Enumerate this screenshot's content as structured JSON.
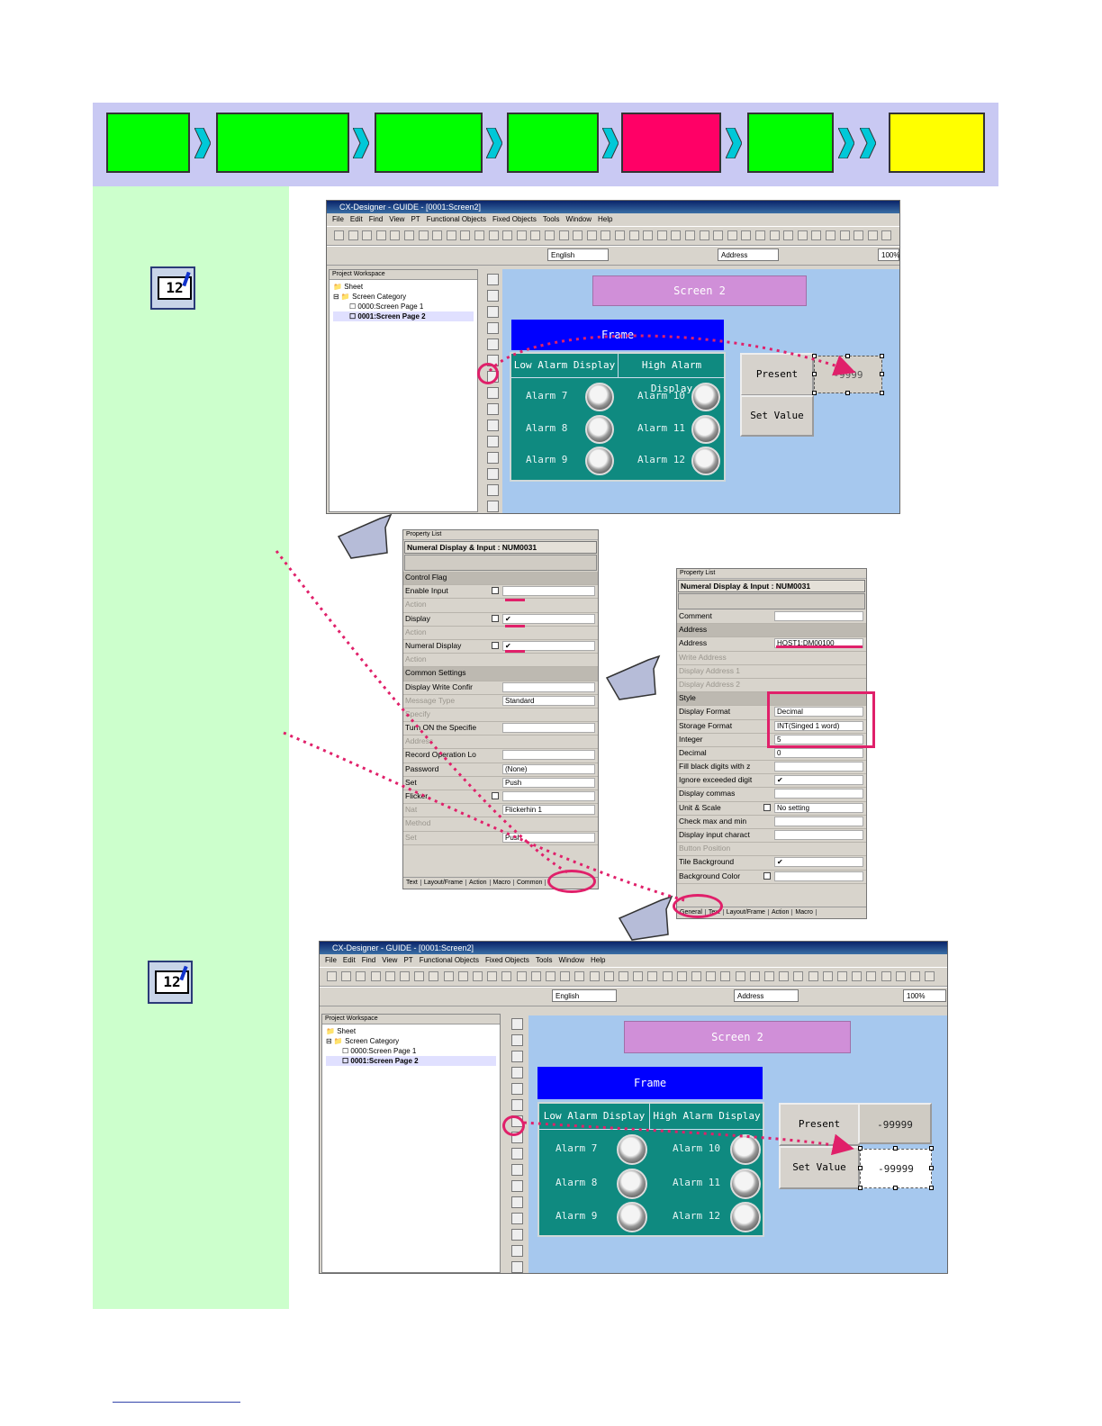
{
  "flow_steps": [
    {
      "color": "#00ff00"
    },
    {
      "color": "#00ff00"
    },
    {
      "color": "#00ff00"
    },
    {
      "color": "#00ff00"
    },
    {
      "color": "#ff0066"
    },
    {
      "color": "#00ff00"
    },
    {
      "color": "#ffff00"
    }
  ],
  "sidebar": {
    "icon_name": "numeral-display-icon",
    "icon_text": "12"
  },
  "designer_top": {
    "title": "CX-Designer - GUIDE - [0001:Screen2]",
    "menu": [
      "File",
      "Edit",
      "Find",
      "View",
      "PT",
      "Functional Objects",
      "Fixed Objects",
      "Tools",
      "Window",
      "Help"
    ],
    "language": "English",
    "address_mode": "Address",
    "zoom": "100%",
    "workspace_title": "Project Workspace",
    "tree": [
      "Sheet",
      "Screen Category",
      "0000:Screen Page 1",
      "0001:Screen Page 2"
    ],
    "screen_title": "Screen 2",
    "frame_label": "Frame",
    "tab_low": "Low Alarm Display",
    "tab_high": "High Alarm Display",
    "alarms_left": [
      "Alarm 7",
      "Alarm 8",
      "Alarm 9"
    ],
    "alarms_right": [
      "Alarm 10",
      "Alarm 11",
      "Alarm 12"
    ],
    "present_value": "Present Value",
    "set_value": "Set Value",
    "pv_number": "-9999"
  },
  "designer_bottom": {
    "title": "CX-Designer - GUIDE - [0001:Screen2]",
    "menu": [
      "File",
      "Edit",
      "Find",
      "View",
      "PT",
      "Functional Objects",
      "Fixed Objects",
      "Tools",
      "Window",
      "Help"
    ],
    "language": "English",
    "address_mode": "Address",
    "zoom": "100%",
    "workspace_title": "Project Workspace",
    "tree": [
      "Sheet",
      "Screen Category",
      "0000:Screen Page 1",
      "0001:Screen Page 2"
    ],
    "screen_title": "Screen 2",
    "frame_label": "Frame",
    "tab_low": "Low Alarm Display",
    "tab_high": "High Alarm Display",
    "alarms_left": [
      "Alarm 7",
      "Alarm 8",
      "Alarm 9"
    ],
    "alarms_right": [
      "Alarm 10",
      "Alarm 11",
      "Alarm 12"
    ],
    "present_value": "Present Value",
    "set_value": "Set Value",
    "pv_number": "-99999",
    "sv_number": "-99999"
  },
  "prop_common": {
    "header": "Property List",
    "title": "Numeral Display & Input : NUM0031",
    "rows": [
      {
        "k": "Control Flag",
        "type": "sec"
      },
      {
        "k": "Enable Input",
        "v": "",
        "cb": true
      },
      {
        "k": "Action",
        "type": "dim"
      },
      {
        "k": "Display",
        "v": "✔",
        "cb": true
      },
      {
        "k": "Action",
        "type": "dim"
      },
      {
        "k": "Numeral Display",
        "v": "✔",
        "cb": true
      },
      {
        "k": "Action",
        "type": "dim"
      },
      {
        "k": "Common Settings",
        "type": "sec"
      },
      {
        "k": "Display Write Confir",
        "v": ""
      },
      {
        "k": "Message Type",
        "v": "Standard",
        "type": "dim"
      },
      {
        "k": "Specify",
        "type": "dim"
      },
      {
        "k": "Turn ON the Specifie",
        "v": ""
      },
      {
        "k": "Address",
        "type": "dim"
      },
      {
        "k": "Record Operation Lo",
        "v": ""
      },
      {
        "k": "Password",
        "v": "(None)"
      },
      {
        "k": "Set",
        "v": "Push"
      },
      {
        "k": "Flicker",
        "v": "",
        "cb": true
      },
      {
        "k": "Nat",
        "v": "Flickerhin 1",
        "type": "dim"
      },
      {
        "k": "Method",
        "type": "dim"
      },
      {
        "k": "Set",
        "v": "Push",
        "type": "dim"
      }
    ],
    "tabs": [
      "Text",
      "Layout/Frame",
      "Action",
      "Macro",
      "Common"
    ]
  },
  "prop_general": {
    "header": "Property List",
    "title": "Numeral Display & Input : NUM0031",
    "rows": [
      {
        "k": "Comment",
        "v": ""
      },
      {
        "k": "Address",
        "type": "sec"
      },
      {
        "k": "Address",
        "v": "HOST1:DM00100"
      },
      {
        "k": "Write Address",
        "type": "dim"
      },
      {
        "k": "Display Address 1",
        "type": "dim"
      },
      {
        "k": "Display Address 2",
        "type": "dim"
      },
      {
        "k": "Style",
        "type": "sec"
      },
      {
        "k": "Display Format",
        "v": "Decimal"
      },
      {
        "k": "Storage Format",
        "v": "INT(Singed 1 word)"
      },
      {
        "k": "Integer",
        "v": "5"
      },
      {
        "k": "Decimal",
        "v": "0"
      },
      {
        "k": "Fill black digits with z",
        "v": ""
      },
      {
        "k": "Ignore exceeded digit",
        "v": "✔"
      },
      {
        "k": "Display commas",
        "v": ""
      },
      {
        "k": "Unit & Scale",
        "v": "No setting",
        "cb": true
      },
      {
        "k": "Check max and min",
        "v": ""
      },
      {
        "k": "Display input charact",
        "v": ""
      },
      {
        "k": "Button Position",
        "type": "dim"
      },
      {
        "k": "Tile Background",
        "v": "✔"
      },
      {
        "k": "Background Color",
        "v": "",
        "cb": true
      }
    ],
    "tabs": [
      "General",
      "Text",
      "Layout/Frame",
      "Action",
      "Macro"
    ]
  }
}
